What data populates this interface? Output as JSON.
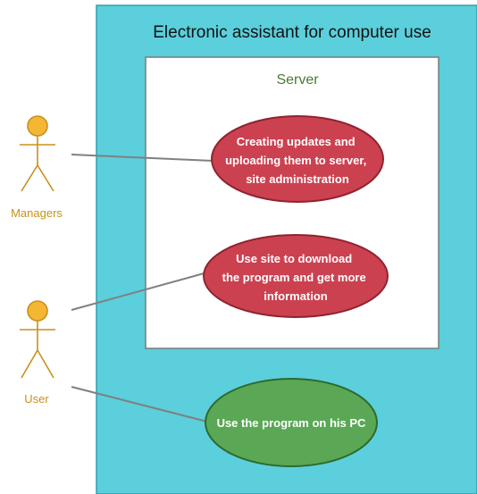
{
  "system": {
    "title": "Electronic assistant for computer use",
    "fill": "#5bcfdc",
    "stroke": "#2fa0ad"
  },
  "server": {
    "title": "Server",
    "fill": "#ffffff",
    "stroke": "#7a7a7a"
  },
  "actors": [
    {
      "label": "Managers",
      "color": "#f4b733"
    },
    {
      "label": "User",
      "color": "#f4b733"
    }
  ],
  "use_cases": [
    {
      "lines": [
        "Creating updates and",
        "uploading them to server,",
        "site administration"
      ],
      "fill": "#cc4150"
    },
    {
      "lines": [
        "Use site to download",
        "the program and get more",
        "information"
      ],
      "fill": "#cc4150"
    },
    {
      "lines": [
        "Use the program on his PC"
      ],
      "fill": "#5aa855"
    }
  ],
  "connector_color": "#808080"
}
